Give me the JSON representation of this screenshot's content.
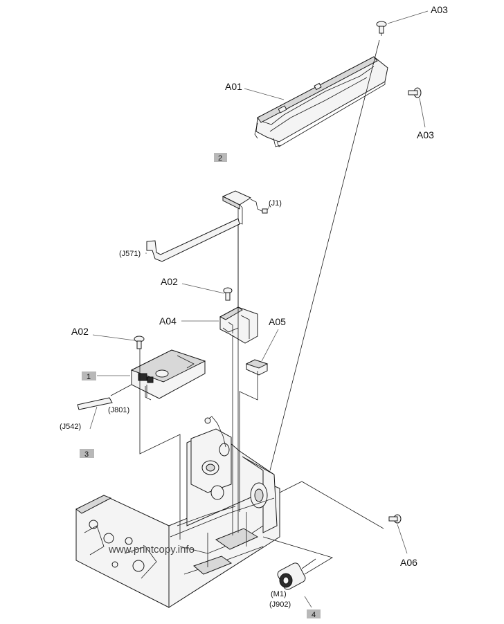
{
  "labels": {
    "a03_top": "A03",
    "a01": "A01",
    "a03_right": "A03",
    "j1": "(J1)",
    "j571": "(J571)",
    "a02_mid": "A02",
    "a04": "A04",
    "a05": "A05",
    "a02_left": "A02",
    "j801": "(J801)",
    "j542": "(J542)",
    "a06": "A06",
    "m1": "(M1)",
    "j902": "(J902)"
  },
  "callouts": {
    "c1": "1",
    "c2": "2",
    "c3": "3",
    "c4": "4"
  },
  "watermark": "www.printcopy.info",
  "colors": {
    "callout_fill": "#b8b8b8",
    "line": "#1a1a1a"
  }
}
